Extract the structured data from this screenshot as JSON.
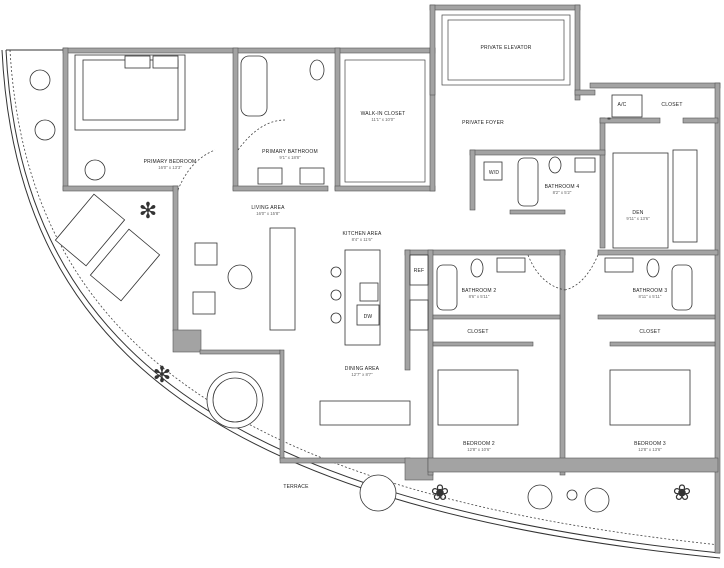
{
  "rooms": {
    "primary_bedroom": {
      "name": "PRIMARY BEDROOM",
      "dim": "16'0\" x 13'3\""
    },
    "primary_bathroom": {
      "name": "PRIMARY BATHROOM",
      "dim": "9'1\" x 18'8\""
    },
    "walk_in_closet": {
      "name": "WALK-IN CLOSET",
      "dim": "11'1\" x 10'0\""
    },
    "private_elevator": {
      "name": "PRIVATE ELEVATOR"
    },
    "private_foyer": {
      "name": "PRIVATE FOYER"
    },
    "ac": {
      "name": "A/C"
    },
    "closet_den": {
      "name": "CLOSET"
    },
    "wd": {
      "name": "W/D"
    },
    "bathroom4": {
      "name": "BATHROOM 4",
      "dim": "8'2\" x 5'2\""
    },
    "den": {
      "name": "DEN",
      "dim": "9'11\" x 13'6\""
    },
    "living": {
      "name": "LIVING AREA",
      "dim": "16'0\" x 15'8\""
    },
    "kitchen": {
      "name": "KITCHEN AREA",
      "dim": "8'4\" x 11'6\""
    },
    "ref": {
      "name": "REF"
    },
    "dw": {
      "name": "DW"
    },
    "bathroom2": {
      "name": "BATHROOM 2",
      "dim": "8'6\" x 5'11\""
    },
    "bathroom3": {
      "name": "BATHROOM 3",
      "dim": "8'11\" x 5'11\""
    },
    "closet2": {
      "name": "CLOSET"
    },
    "closet3": {
      "name": "CLOSET"
    },
    "dining": {
      "name": "DINING AREA",
      "dim": "12'7\" x 8'7\""
    },
    "bedroom2": {
      "name": "BEDROOM 2",
      "dim": "12'8\" x 10'6\""
    },
    "bedroom3": {
      "name": "BEDROOM 3",
      "dim": "12'8\" x 13'6\""
    },
    "terrace": {
      "name": "TERRACE"
    }
  },
  "colors": {
    "wall": "#a3a3a3",
    "line": "#333333"
  }
}
